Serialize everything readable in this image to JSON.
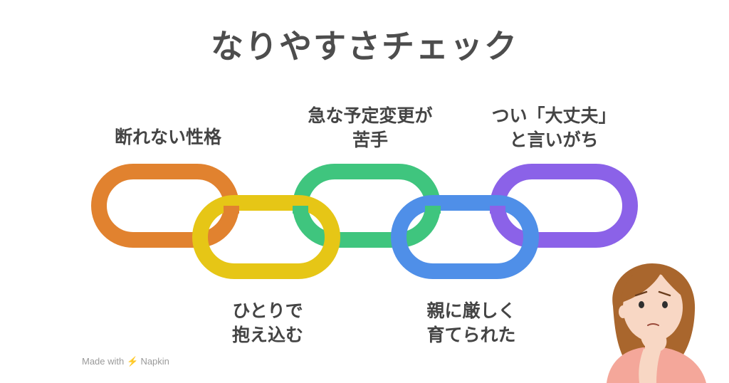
{
  "title": "なりやすさチェック",
  "links": [
    {
      "lines": [
        "断れない性格"
      ],
      "color": "#e1822f"
    },
    {
      "lines": [
        "急な予定変更が",
        "苦手"
      ],
      "color": "#3fc57e"
    },
    {
      "lines": [
        "つい「大丈夫」",
        "と言いがち"
      ],
      "color": "#8b62e8"
    },
    {
      "lines": [
        "ひとりで",
        "抱え込む"
      ],
      "color": "#e6c616"
    },
    {
      "lines": [
        "親に厳しく",
        "育てられた"
      ],
      "color": "#4f8fe8"
    }
  ],
  "watermark": {
    "prefix": "Made with",
    "brand": "Napkin"
  },
  "illustration": {
    "icon": "worried-woman-icon",
    "skin": "#f8d7c4",
    "hair": "#a9662d",
    "shirt": "#f4a79a"
  }
}
